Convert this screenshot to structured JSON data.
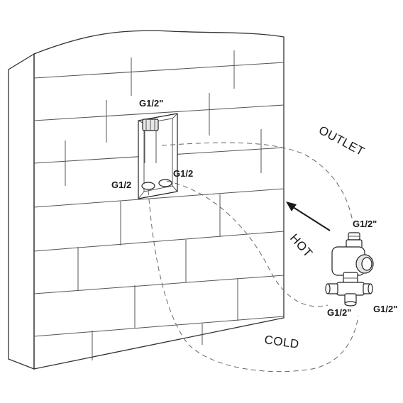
{
  "labels": {
    "box_top_thread": "G1/2\"",
    "box_left_thread": "G1/2",
    "box_right_thread": "G1/2",
    "outlet": "OUTLET",
    "hot": "HOT",
    "cold": "COLD",
    "valve_top_thread": "G1/2\"",
    "valve_bottom_left_thread": "G1/2\"",
    "valve_bottom_right_thread": "G1/2\""
  }
}
